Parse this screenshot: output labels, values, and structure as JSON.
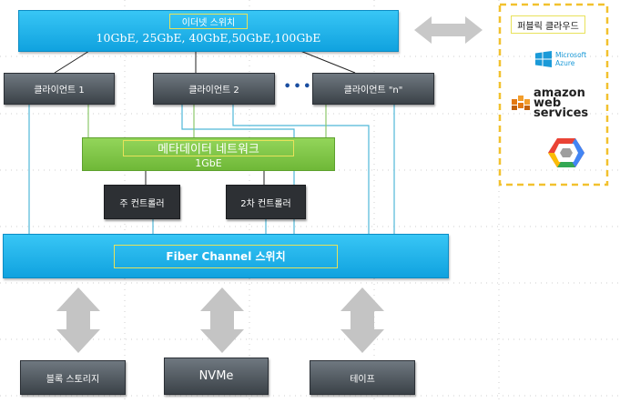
{
  "ethernet_switch": {
    "title": "이더넷 스위치",
    "speeds": "10GbE, 25GbE, 40GbE,50GbE,100GbE"
  },
  "clients": [
    {
      "label": "클라이언트 1"
    },
    {
      "label": "클라이언트 2"
    },
    {
      "label": "클라이언트 \"n\""
    }
  ],
  "clients_ellipsis": "• • •",
  "metadata_network": {
    "title": "메타데이터 네트워크",
    "speed": "1GbE"
  },
  "controllers": {
    "primary": "주 컨트롤러",
    "secondary": "2차 컨트롤러"
  },
  "fiber_switch": {
    "label": "Fiber Channel 스위치"
  },
  "storage": {
    "block": "블록 스토리지",
    "nvme": "NVMe",
    "tape": "테이프"
  },
  "public_cloud": {
    "title": "퍼블릭 클라우드",
    "azure_logo": "Microsoft Azure",
    "aws_logo": "amazon web services",
    "gcp_icon": "google-cloud-icon"
  },
  "colors": {
    "switch_blue": "#1ab0ea",
    "client_gray": "#4a5259",
    "metadata_green": "#7cc444",
    "controller_dark": "#2d3034",
    "cloud_border": "#f2c12e",
    "arrow_gray": "#c4c4c4",
    "link_blue": "#4fb8d8",
    "link_green": "#8cc86a"
  }
}
